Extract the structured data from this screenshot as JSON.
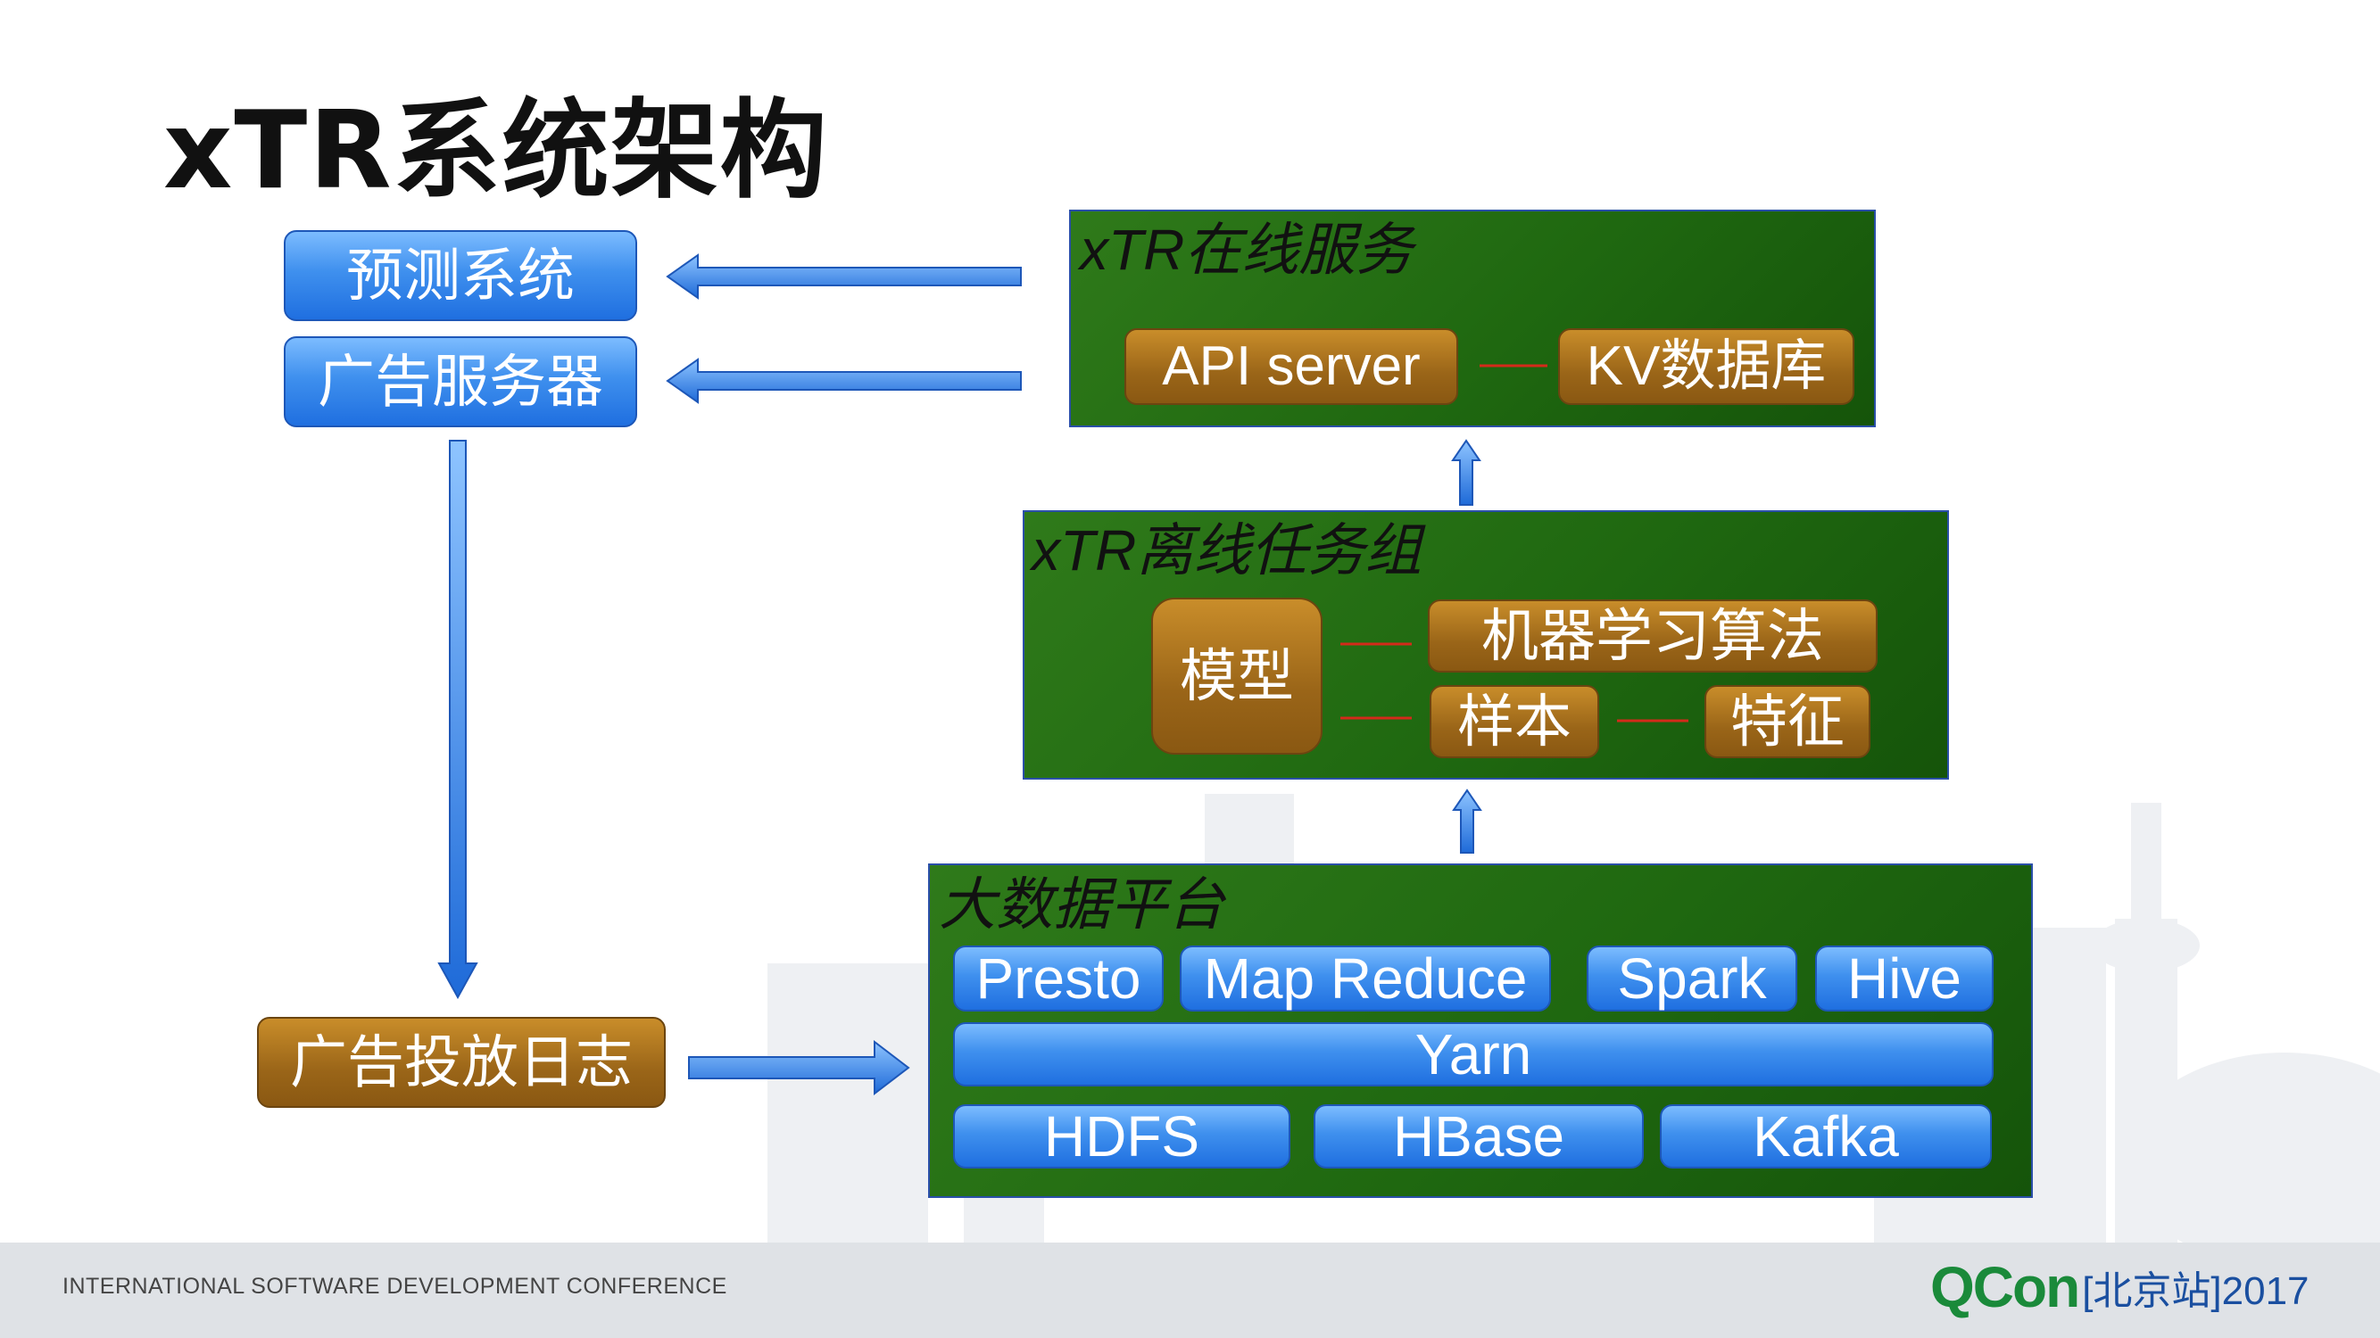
{
  "title": "xTR系统架构",
  "left": {
    "predict": "预测系统",
    "ad_server": "广告服务器",
    "ad_log": "广告投放日志"
  },
  "online": {
    "title": "xTR在线服务",
    "api": "API server",
    "kv": "KV数据库"
  },
  "offline": {
    "title": "xTR离线任务组",
    "model": "模型",
    "ml": "机器学习算法",
    "sample": "样本",
    "feature": "特征"
  },
  "bigdata": {
    "title": "大数据平台",
    "presto": "Presto",
    "mapreduce": "Map Reduce",
    "spark": "Spark",
    "hive": "Hive",
    "yarn": "Yarn",
    "hdfs": "HDFS",
    "hbase": "HBase",
    "kafka": "Kafka"
  },
  "footer": {
    "conference": "INTERNATIONAL SOFTWARE DEVELOPMENT CONFERENCE",
    "logo": "QCon",
    "logo_sub": "[北京站]2017"
  },
  "colors": {
    "blue_box": "#3f90ee",
    "brown_box": "#9a6518",
    "green_panel": "#1f6810",
    "red_link": "#d42a1a",
    "footer_bg": "#dfe2e6",
    "qcon_green": "#1a8a3a"
  }
}
